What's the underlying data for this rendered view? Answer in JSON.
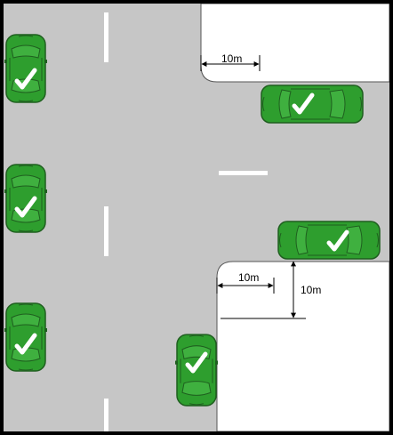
{
  "title": "",
  "colors": {
    "road": "#c6c6c6",
    "kerb_area": "#ffffff",
    "lane_marking": "#ffffff",
    "car_body": "#2e9e2e",
    "car_outline": "#1f5f1f",
    "car_window": "#3fb03f",
    "tick": "#ffffff",
    "frame": "#000000"
  },
  "dimensions": {
    "top_corner_distance": "10m",
    "bottom_corner_distance": "10m",
    "bottom_corner_vertical": "10m"
  },
  "cars": [
    {
      "id": "left-top",
      "orientation": "vertical",
      "status": "allowed",
      "tick_icon": "checkmark-icon"
    },
    {
      "id": "left-middle",
      "orientation": "vertical",
      "status": "allowed",
      "tick_icon": "checkmark-icon"
    },
    {
      "id": "left-bottom",
      "orientation": "vertical",
      "status": "allowed",
      "tick_icon": "checkmark-icon"
    },
    {
      "id": "right-upper",
      "orientation": "horizontal",
      "status": "allowed",
      "tick_icon": "checkmark-icon"
    },
    {
      "id": "right-lower",
      "orientation": "horizontal",
      "status": "allowed",
      "tick_icon": "checkmark-icon"
    },
    {
      "id": "bottom-center",
      "orientation": "vertical",
      "status": "allowed",
      "tick_icon": "checkmark-icon"
    }
  ]
}
